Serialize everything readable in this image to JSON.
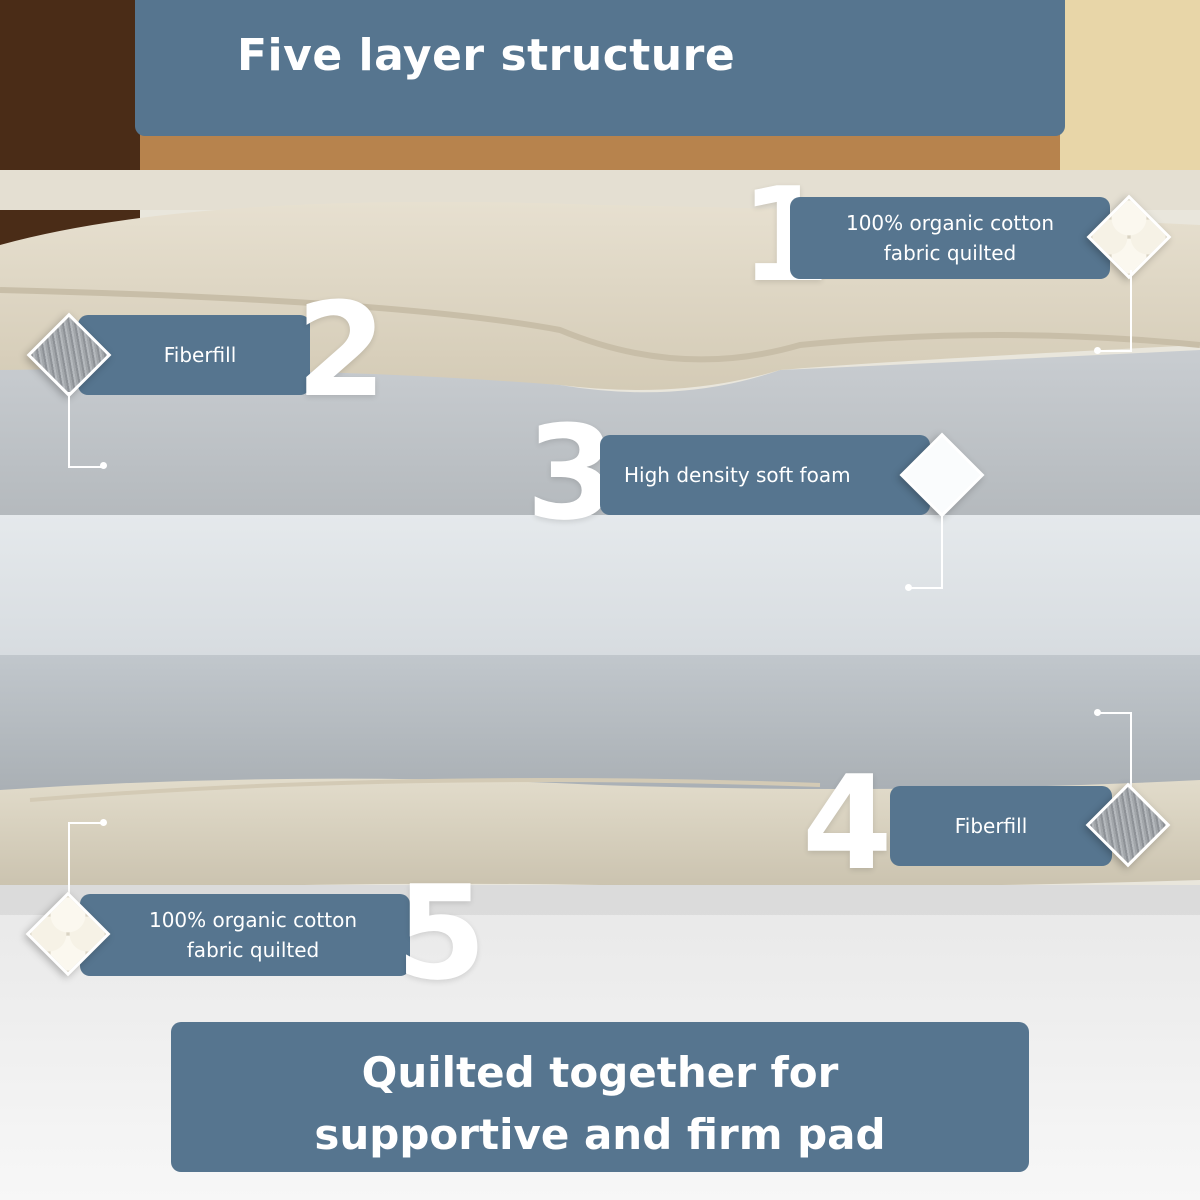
{
  "header": {
    "title": "Five layer structure"
  },
  "layers": [
    {
      "number": "1",
      "lines": [
        "100% organic cotton",
        "fabric quilted"
      ],
      "swatch_icon": "quilted-cotton-swatch"
    },
    {
      "number": "2",
      "lines": [
        "Fiberfill"
      ],
      "swatch_icon": "fiberfill-swatch"
    },
    {
      "number": "3",
      "lines": [
        "High density soft foam"
      ],
      "swatch_icon": "foam-swatch"
    },
    {
      "number": "4",
      "lines": [
        "Fiberfill"
      ],
      "swatch_icon": "fiberfill-swatch"
    },
    {
      "number": "5",
      "lines": [
        "100% organic cotton",
        "fabric quilted"
      ],
      "swatch_icon": "quilted-cotton-swatch"
    }
  ],
  "footer": {
    "lines": [
      "Quilted together for",
      "supportive and firm pad"
    ]
  },
  "colors": {
    "panel": "#56758f",
    "text": "#ffffff"
  }
}
